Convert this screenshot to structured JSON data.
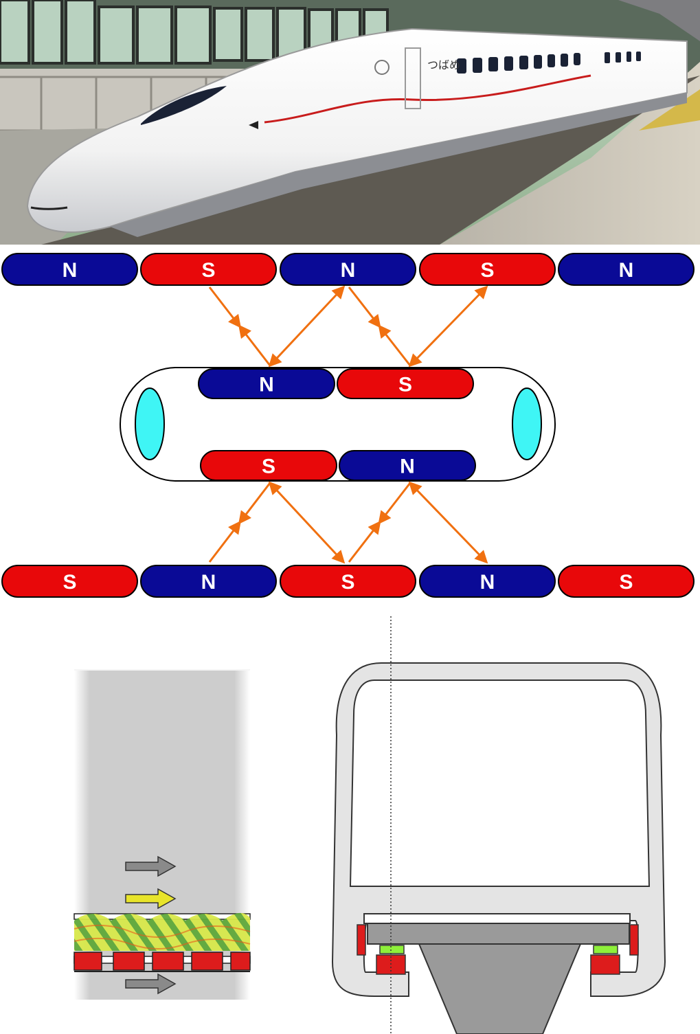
{
  "colors": {
    "north": "#0a0a96",
    "south": "#e8080a",
    "arrow": "#f07010",
    "pod_window": "#3ff5f5",
    "coil_red": "#dd1c1c",
    "coil_green": "#8ef03a",
    "body_gray": "#e4e4e4",
    "rail_gray": "#9a9a9a"
  },
  "photo": {
    "icon": "shinkansen-train-photo",
    "livery_text": "つばめ"
  },
  "magnets": {
    "top_row": [
      "N",
      "S",
      "N",
      "S",
      "N"
    ],
    "pod_upper": [
      "N",
      "S"
    ],
    "pod_lower": [
      "S",
      "N"
    ],
    "bottom_row": [
      "S",
      "N",
      "S",
      "N",
      "S"
    ]
  },
  "flux_panel": {
    "icons": [
      "gray-arrow-icon",
      "yellow-arrow-icon",
      "gray-arrow-icon"
    ]
  },
  "cross_section": {
    "icon": "maglev-guideway-cross-section"
  }
}
